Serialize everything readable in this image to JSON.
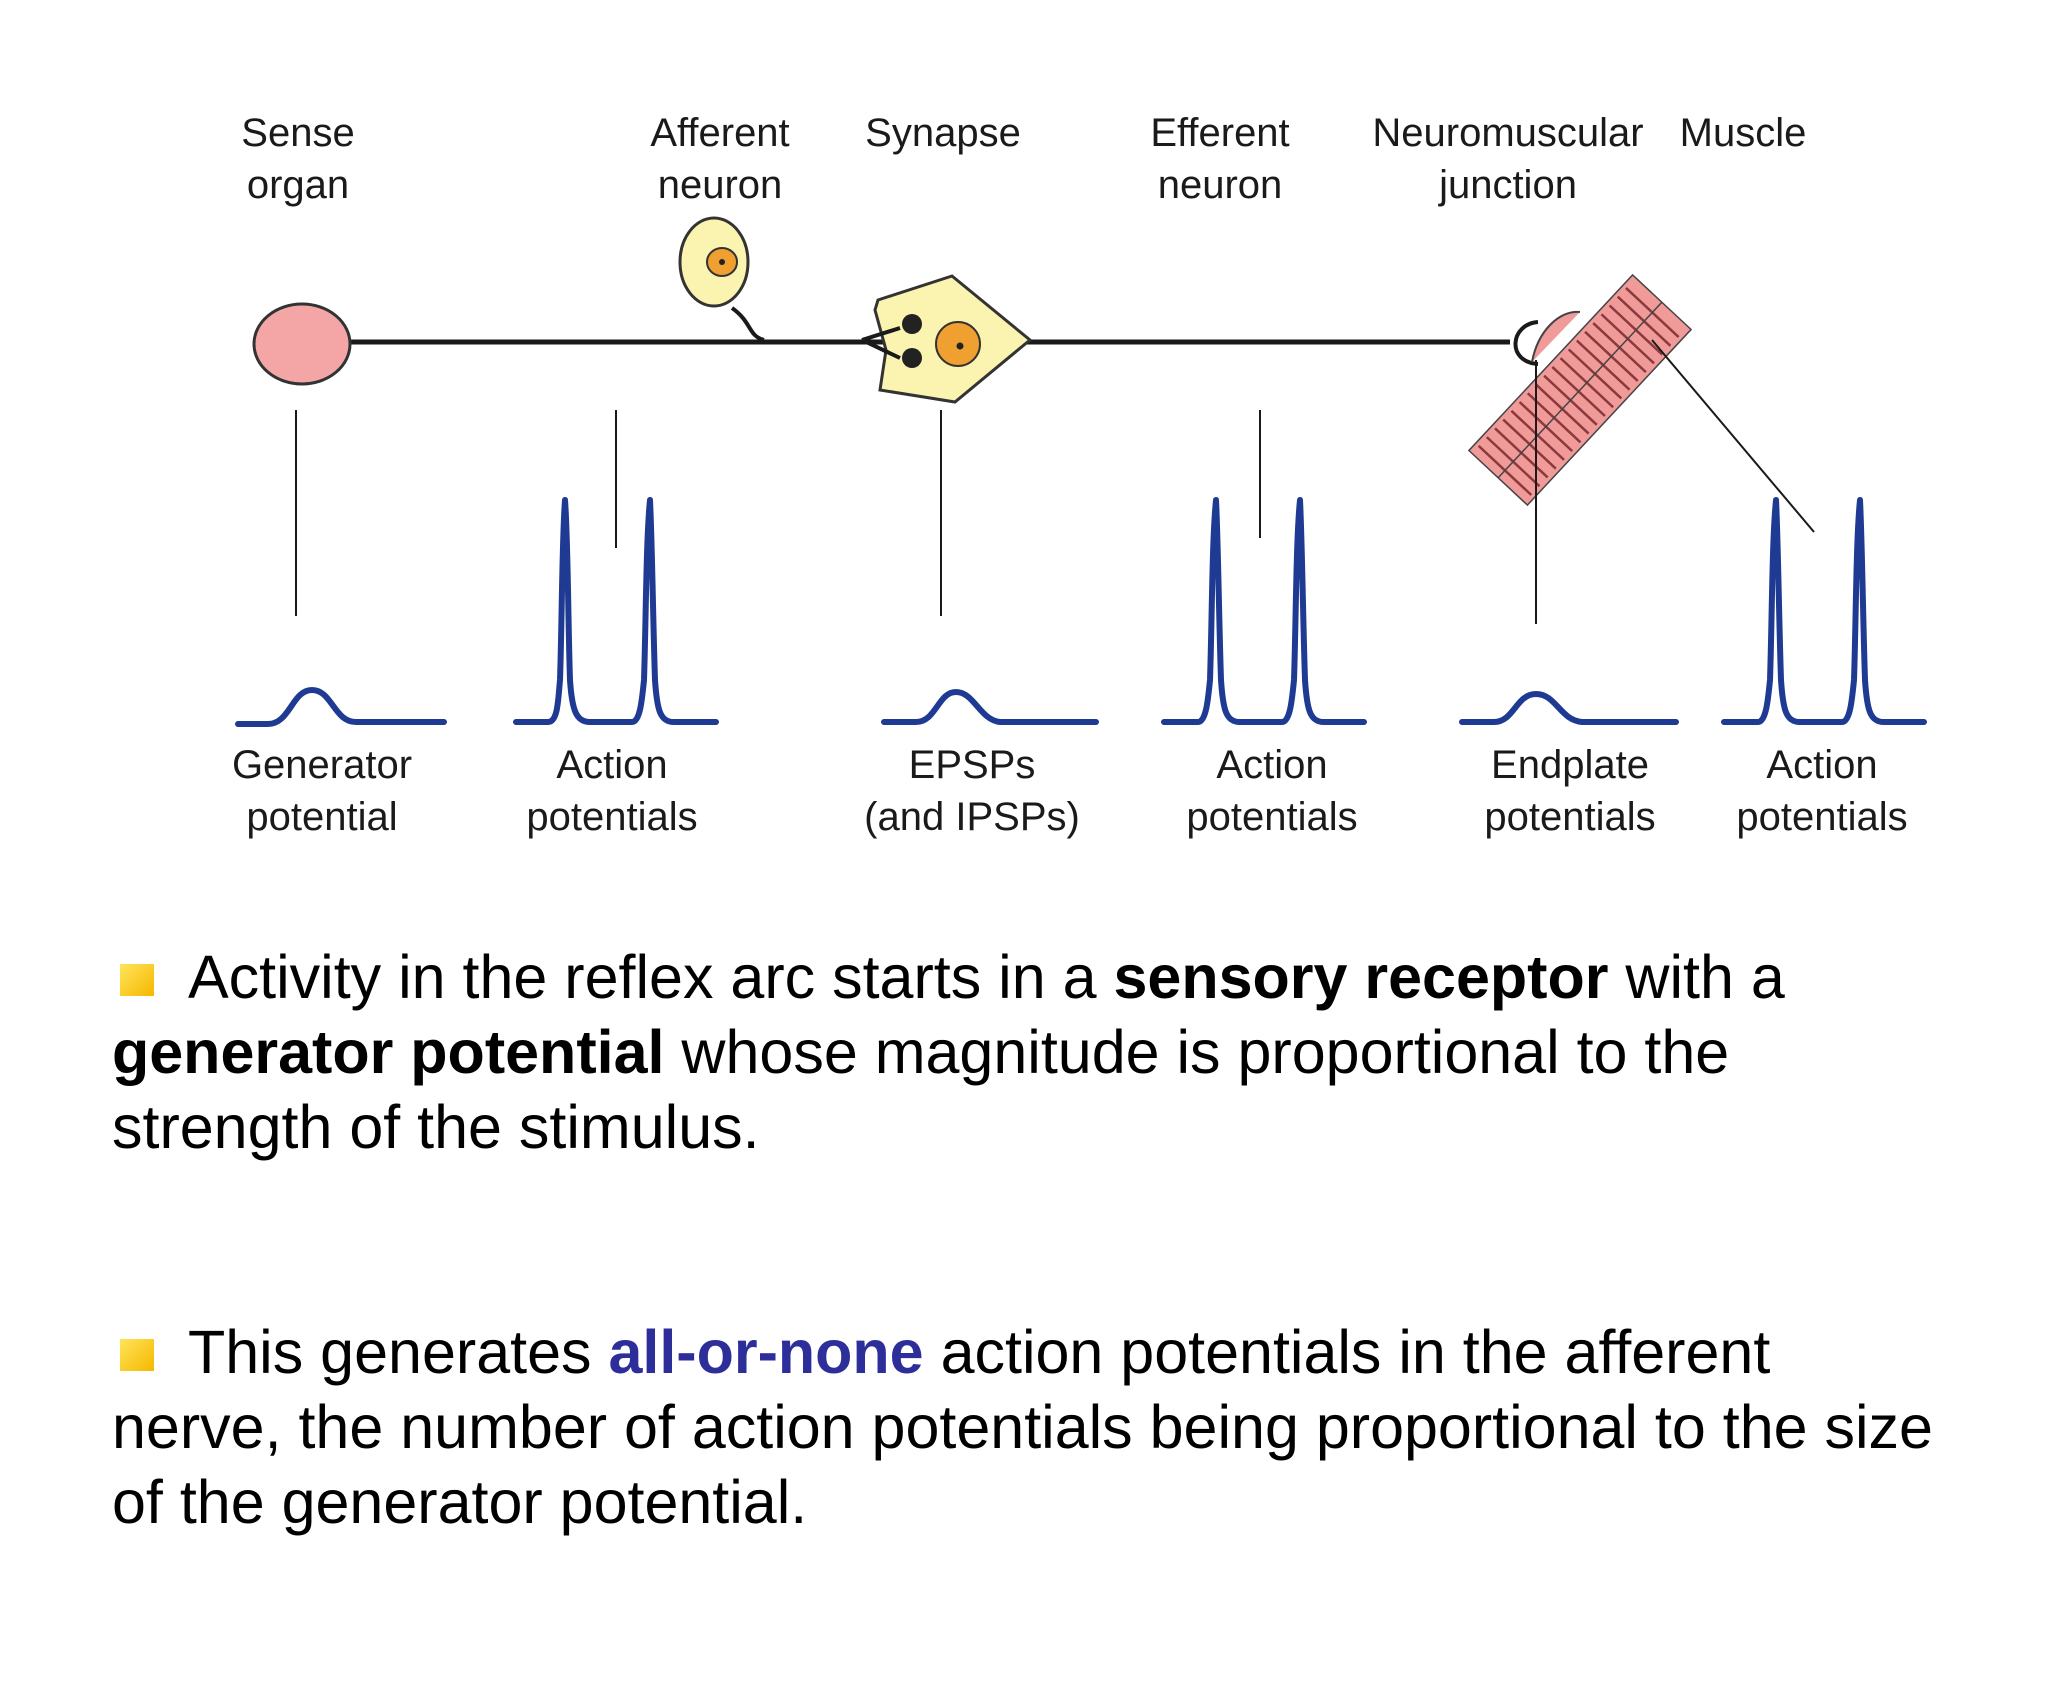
{
  "diagram": {
    "top_labels": [
      {
        "line1": "Sense",
        "line2": "organ"
      },
      {
        "line1": "Afferent",
        "line2": "neuron"
      },
      {
        "line1": "Synapse",
        "line2": ""
      },
      {
        "line1": "Efferent",
        "line2": "neuron"
      },
      {
        "line1": "Neuromuscular",
        "line2": "junction"
      },
      {
        "line1": "Muscle",
        "line2": ""
      }
    ],
    "bottom_labels": [
      {
        "line1": "Generator",
        "line2": "potential"
      },
      {
        "line1": "Action",
        "line2": "potentials"
      },
      {
        "line1": "EPSPs",
        "line2": "(and IPSPs)"
      },
      {
        "line1": "Action",
        "line2": "potentials"
      },
      {
        "line1": "Endplate",
        "line2": "potentials"
      },
      {
        "line1": "Action",
        "line2": "potentials"
      }
    ],
    "colors": {
      "sense_organ": "#f4a6a6",
      "neuron_body": "#fbf3b0",
      "nucleus": "#f0a030",
      "muscle": "#f09a9a",
      "trace": "#1f3a93"
    }
  },
  "bullets": [
    {
      "icon": "yellow-square-bullet-icon",
      "t1": "Activity in the reflex arc starts in a ",
      "b1": "sensory receptor",
      "t2": " with a ",
      "b2": "generator potential",
      "t3": " whose magnitude is proportional to the strength of the stimulus."
    },
    {
      "icon": "yellow-square-bullet-icon",
      "t1": "This generates ",
      "accent": "all-or-none",
      "t2": " action potentials in the afferent nerve, the number of action potentials being proportional to the size of the generator potential."
    }
  ],
  "theme": {
    "accent_color": "#2e2e9a",
    "bullet_color": "#f5c400"
  }
}
